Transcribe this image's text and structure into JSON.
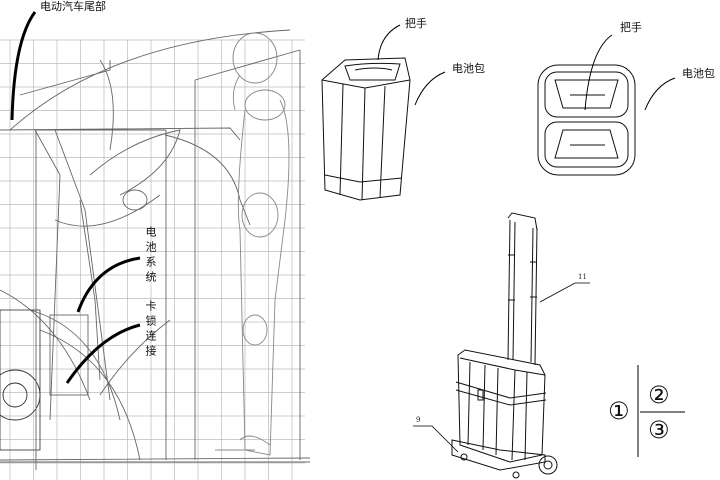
{
  "panel1": {
    "title_label": "电动汽车尾部",
    "battery_system_label": "电池系统",
    "lock_connection_label": "卡锁连接"
  },
  "panel2": {
    "handle_label": "把手",
    "battery_pack_label": "电池包"
  },
  "panel3": {
    "handle_label": "把手",
    "battery_pack_label": "电池包"
  },
  "panel4": {
    "ref_handle": "11",
    "ref_base": "9"
  },
  "layout_key": {
    "left": "①",
    "top_right": "②",
    "bottom_right": "③"
  }
}
